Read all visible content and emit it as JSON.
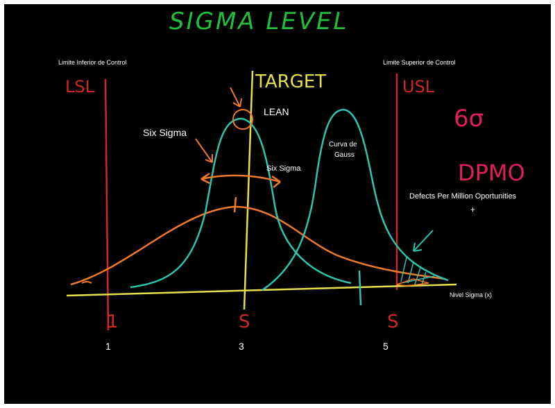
{
  "title": "SIGMA LEVEL",
  "lsl": {
    "caption": "Limite Inferior de Control",
    "mark": "LSL"
  },
  "usl": {
    "caption": "Limite Superior de Control",
    "mark": "USL"
  },
  "target": "TARGET",
  "lean": "LEAN",
  "six_sigma_left": "Six Sigma",
  "six_sigma_right": "Six Sigma",
  "gauss": {
    "line1": "Curva de",
    "line2": "Gauss"
  },
  "six_sigma_symbol": "6σ",
  "dpmo": {
    "abbr": "DPMO",
    "full": "Defects Per Million Oportunities",
    "plus": "+"
  },
  "x_axis": {
    "label": "Nivel Sigma (x)",
    "ticks_hand": [
      "1",
      "S",
      "S"
    ],
    "ticks": [
      "1",
      "3",
      "5"
    ]
  },
  "colors": {
    "background": "#000000",
    "title": "#1fbf3a",
    "limits": "#d0281e",
    "target": "#e6e04a",
    "gauss": "#2ec4b0",
    "orange": "#f07a2a",
    "pink": "#e0205a"
  }
}
